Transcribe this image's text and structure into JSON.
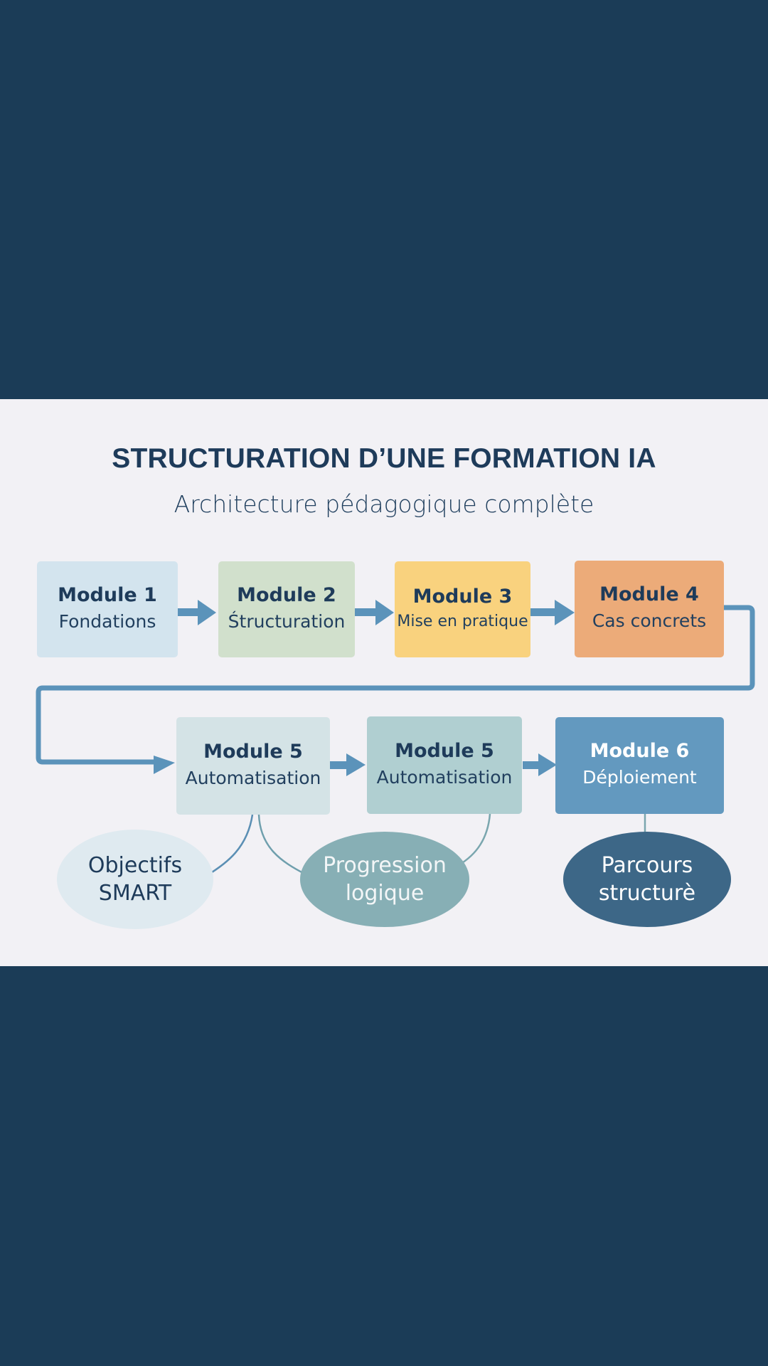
{
  "title": "STRUCTURATION D’UNE FORMATION IA",
  "subtitle": "Architecture pédagogique complète",
  "colors": {
    "page_background": "#1b3c57",
    "panel_background": "#f2f1f5",
    "connector": "#5b93ba",
    "text_dark": "#1e3b5a"
  },
  "modules": [
    {
      "name": "Module 1",
      "subtitle": "Fondations",
      "color": "#d3e4ee"
    },
    {
      "name": "Module 2",
      "subtitle": "Śtructuration",
      "color": "#d1e0cc"
    },
    {
      "name": "Module 3",
      "subtitle": "Mise en pratique",
      "color": "#f9d27e"
    },
    {
      "name": "Module 4",
      "subtitle": "Cas concrets",
      "color": "#ecab79"
    },
    {
      "name": "Module 5",
      "subtitle": "Automatisation",
      "color": "#d4e3e6"
    },
    {
      "name": "Module 5",
      "subtitle": "Automatisation",
      "color": "#b0cfd1"
    },
    {
      "name": "Module 6",
      "subtitle": "Déploiement",
      "color": "#6399bf"
    }
  ],
  "bubbles": [
    {
      "line1": "Objectifs",
      "line2": "SMART",
      "color": "#dfeaf0",
      "text_color": "#1e3b5a"
    },
    {
      "line1": "Progression",
      "line2": "logique",
      "color": "#87afb5",
      "text_color": "#f3f6f7"
    },
    {
      "line1": "Parcours",
      "line2": "structurè",
      "color": "#3d6787",
      "text_color": "#ffffff"
    }
  ]
}
